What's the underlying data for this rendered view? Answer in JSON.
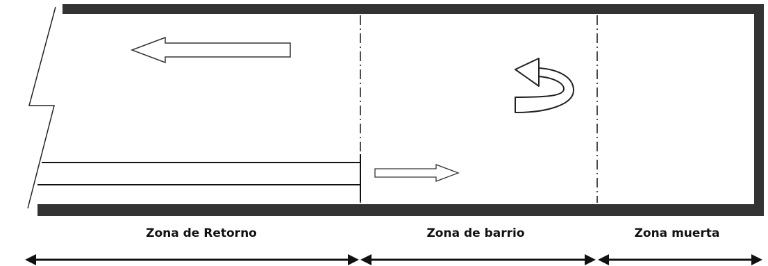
{
  "zones": {
    "retorno": "Zona de Retorno",
    "barrio": "Zona de barrio",
    "muerta": "Zona muerta"
  },
  "colors": {
    "ink": "#111111",
    "wall": "#333333",
    "background": "#ffffff"
  },
  "icons": [
    "return-flow-arrow-icon",
    "jet-flow-arrow-icon",
    "swirl-arrow-icon",
    "double-headed-arrow-icon"
  ]
}
